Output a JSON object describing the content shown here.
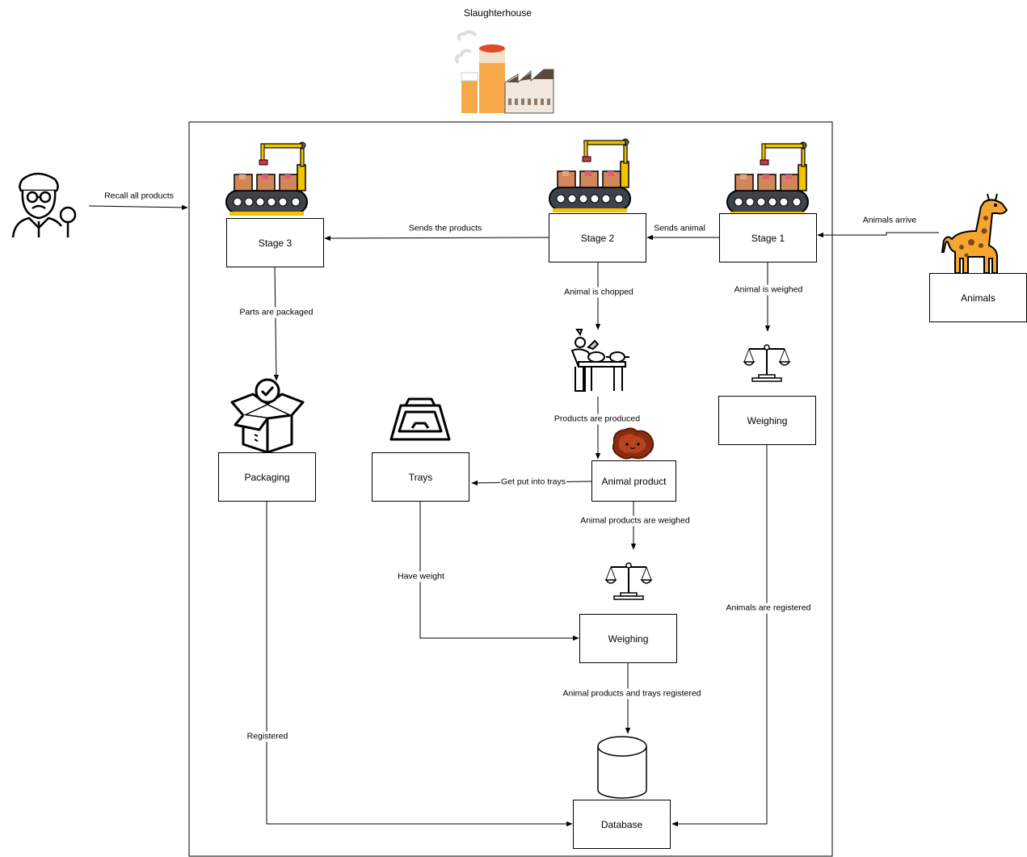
{
  "title": "Slaughterhouse",
  "nodes": {
    "stage3": "Stage 3",
    "stage2": "Stage 2",
    "stage1": "Stage 1",
    "animals": "Animals",
    "packaging": "Packaging",
    "trays": "Trays",
    "animal_product": "Animal product",
    "weighing_1": "Weighing",
    "weighing_2": "Weighing",
    "database": "Database"
  },
  "edges": {
    "recall": "Recall all products",
    "animals_arrive": "Animals arrive",
    "sends_animal": "Sends animal",
    "sends_products": "Sends the products",
    "parts_packaged": "Parts are packaged",
    "animal_chopped": "Animal is chopped",
    "animal_weighed": "Animal is weighed",
    "products_produced": "Products are produced",
    "put_into_trays": "Get put into trays",
    "products_weighed": "Animal products are weighed",
    "have_weight": "Have weight",
    "animals_registered": "Animals are registered",
    "products_trays_registered": "Animal products and trays  registered",
    "registered": "Registered"
  },
  "icons": [
    "factory-icon",
    "conveyor-robot-icon",
    "inspector-icon",
    "giraffe-icon",
    "open-box-icon",
    "tray-icon",
    "butcher-icon",
    "meat-icon",
    "scale-icon",
    "database-cylinder-icon"
  ]
}
